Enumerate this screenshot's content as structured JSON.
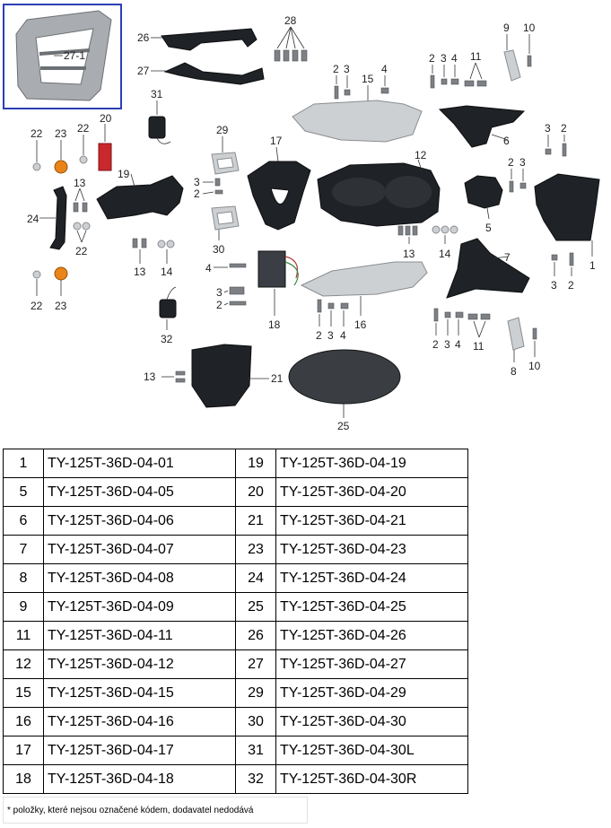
{
  "diagram": {
    "callouts": [
      "27-1",
      "26",
      "27",
      "28",
      "31",
      "20",
      "22",
      "23",
      "22",
      "13",
      "19",
      "24",
      "22",
      "22",
      "23",
      "29",
      "3",
      "2",
      "30",
      "17",
      "4",
      "3",
      "2",
      "18",
      "13",
      "14",
      "32",
      "15",
      "2",
      "3",
      "4",
      "12",
      "16",
      "2",
      "3",
      "4",
      "13",
      "14",
      "2",
      "3",
      "4",
      "11",
      "9",
      "10",
      "6",
      "3",
      "2",
      "2",
      "3",
      "5",
      "1",
      "7",
      "3",
      "2",
      "2",
      "3",
      "4",
      "11",
      "8",
      "10",
      "13",
      "21",
      "25"
    ],
    "highlight_color": "#2b3fb5"
  },
  "table": {
    "left": [
      {
        "num": "1",
        "code": "TY-125T-36D-04-01"
      },
      {
        "num": "5",
        "code": "TY-125T-36D-04-05"
      },
      {
        "num": "6",
        "code": "TY-125T-36D-04-06"
      },
      {
        "num": "7",
        "code": "TY-125T-36D-04-07"
      },
      {
        "num": "8",
        "code": "TY-125T-36D-04-08"
      },
      {
        "num": "9",
        "code": "TY-125T-36D-04-09"
      },
      {
        "num": "11",
        "code": "TY-125T-36D-04-11"
      },
      {
        "num": "12",
        "code": "TY-125T-36D-04-12"
      },
      {
        "num": "15",
        "code": "TY-125T-36D-04-15"
      },
      {
        "num": "16",
        "code": "TY-125T-36D-04-16"
      },
      {
        "num": "17",
        "code": "TY-125T-36D-04-17"
      },
      {
        "num": "18",
        "code": "TY-125T-36D-04-18"
      }
    ],
    "right": [
      {
        "num": "19",
        "code": "TY-125T-36D-04-19"
      },
      {
        "num": "20",
        "code": "TY-125T-36D-04-20"
      },
      {
        "num": "21",
        "code": "TY-125T-36D-04-21"
      },
      {
        "num": "23",
        "code": "TY-125T-36D-04-23"
      },
      {
        "num": "24",
        "code": "TY-125T-36D-04-24"
      },
      {
        "num": "25",
        "code": "TY-125T-36D-04-25"
      },
      {
        "num": "26",
        "code": "TY-125T-36D-04-26"
      },
      {
        "num": "27",
        "code": "TY-125T-36D-04-27"
      },
      {
        "num": "29",
        "code": "TY-125T-36D-04-29"
      },
      {
        "num": "30",
        "code": "TY-125T-36D-04-30"
      },
      {
        "num": "31",
        "code": "TY-125T-36D-04-30L"
      },
      {
        "num": "32",
        "code": "TY-125T-36D-04-30R"
      }
    ]
  },
  "footnote": "* položky, které nejsou označené kódem, dodavatel nedodává"
}
